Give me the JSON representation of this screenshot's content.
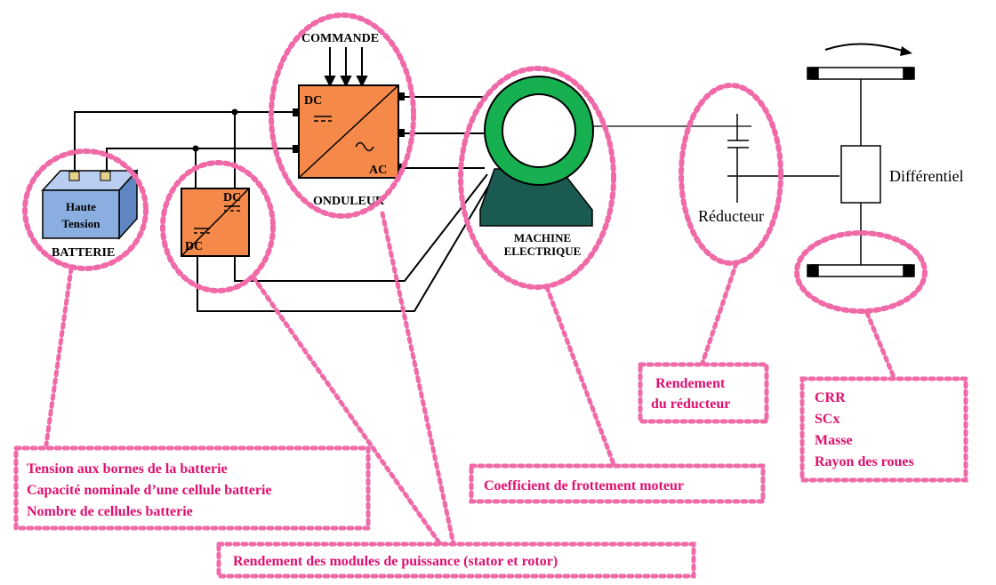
{
  "components": {
    "command_label": "COMMANDE",
    "inverter": {
      "dc": "DC",
      "ac": "AC",
      "label": "ONDULEUR"
    },
    "converter": {
      "dc_top": "DC",
      "dc_bottom": "DC"
    },
    "battery": {
      "line1": "Haute",
      "line2": "Tension",
      "label": "BATTERIE"
    },
    "machine": {
      "line1": "MACHINE",
      "line2": "ELECTRIQUE"
    },
    "reducer_label": "Réducteur",
    "differential_label": "Différentiel"
  },
  "annotations": {
    "battery_params": [
      "Tension aux bornes de la batterie",
      "Capacité nominale d’une cellule batterie",
      "Nombre de cellules batterie"
    ],
    "power_modules": "Rendement des modules de puissance (stator et rotor)",
    "motor_friction": "Coefficient de frottement moteur",
    "reducer_efficiency": [
      "Rendement",
      "du réducteur"
    ],
    "vehicle_params": [
      "CRR",
      "SCx",
      "Masse",
      "Rayon des roues"
    ]
  },
  "colors": {
    "annotation": "#e0106f",
    "dotted_highlight": "#f06aa8",
    "converter_fill": "#f5894a",
    "battery_fill": "#8aaee0",
    "rotor_green": "#16b050",
    "base_teal": "#1b5a50",
    "wire": "#000000"
  }
}
